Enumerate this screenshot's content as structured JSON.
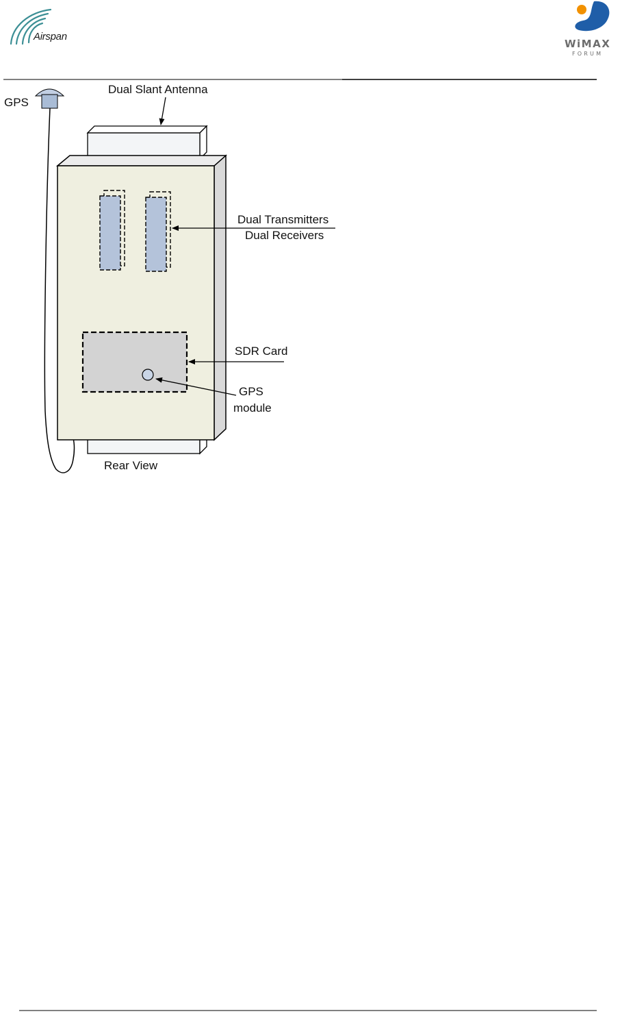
{
  "header": {
    "left_logo_text": "Airspan",
    "right_logo_text": "WiMAX",
    "right_logo_subtext": "FORUM"
  },
  "diagram": {
    "labels": {
      "gps": "GPS",
      "antenna": "Dual Slant Antenna",
      "transmitters": "Dual Transmitters",
      "receivers": "Dual Receivers",
      "sdr_card": "SDR Card",
      "gps_module_line1": "GPS",
      "gps_module_line2": "module",
      "rear_view": "Rear View"
    }
  },
  "colors": {
    "chassis_face": "#efefe0",
    "chassis_side": "#d9d9d9",
    "antenna": "#f3f5f7",
    "radio_modules": "#b4c3da",
    "sdr_card": "#d3d3d3",
    "gps_unit": "#a9bcd6",
    "wimax_orange": "#f29100",
    "wimax_blue": "#1f5ea8",
    "airspan_teal": "#3c8f95"
  }
}
